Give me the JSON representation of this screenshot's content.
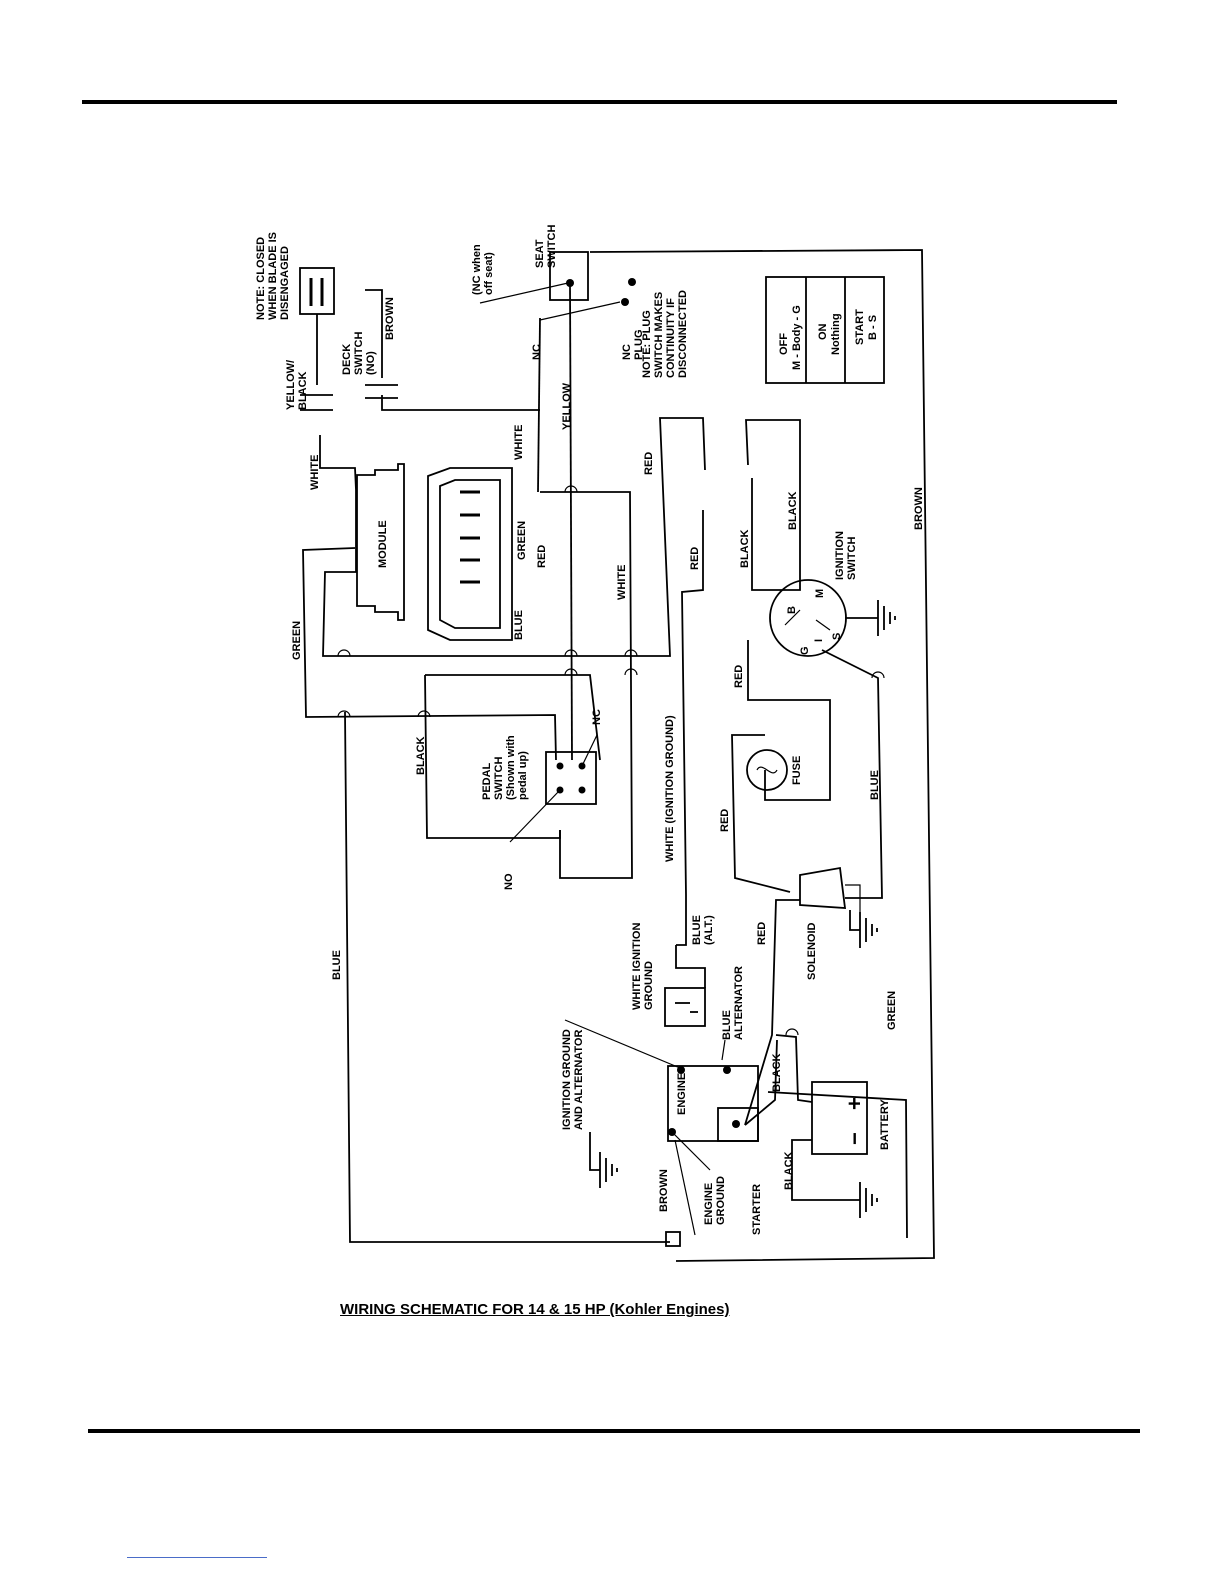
{
  "caption": "WIRING SCHEMATIC FOR 14 & 15 HP (Kohler Engines)",
  "notes": {
    "deck_note": [
      "NOTE:  CLOSED",
      "WHEN BLADE IS",
      "DISENGAGED"
    ],
    "plug_note": [
      "NOTE:  PLUG",
      "SWITCH MAKES",
      "CONTINUITY IF",
      "DISCONNECTED"
    ],
    "seat_nc": [
      "(NC when",
      "off seat)"
    ]
  },
  "ignition_table": {
    "rows": [
      {
        "mode": "OFF",
        "detail": "M - Body - G"
      },
      {
        "mode": "ON",
        "detail": "Nothing"
      },
      {
        "mode": "START",
        "detail": "B - S"
      }
    ]
  },
  "components": {
    "deck_switch": [
      "DECK",
      "SWITCH",
      "(NO)"
    ],
    "seat_switch": [
      "SEAT",
      "SWITCH"
    ],
    "module": "MODULE",
    "pedal_switch": [
      "PEDAL",
      "SWITCH",
      "(Shown with",
      "pedal up)"
    ],
    "ignition_switch": [
      "IGNITION",
      "SWITCH"
    ],
    "fuse": "FUSE",
    "solenoid": "SOLENOID",
    "battery": "BATTERY",
    "engine": "ENGINE",
    "starter": "STARTER",
    "alternator": [
      "BLUE",
      "ALTERNATOR"
    ],
    "white_ignition_ground": [
      "WHITE IGNITION",
      "GROUND"
    ],
    "ignition_ground_alt": [
      "IGNITION GROUND",
      "AND ALTERNATOR"
    ],
    "engine_ground": [
      "ENGINE",
      "GROUND"
    ],
    "nc_plug": [
      "NC",
      "PLUG"
    ],
    "blue_alt": [
      "BLUE",
      "(ALT.)"
    ]
  },
  "terminals": {
    "b": "B",
    "m": "M",
    "g": "G",
    "s": "S",
    "i": "I",
    "nc": "NC",
    "no": "NO",
    "plus": "+",
    "minus": "−"
  },
  "wires": {
    "yellow_black": [
      "YELLOW/",
      "BLACK"
    ],
    "brown": "BROWN",
    "white": "WHITE",
    "yellow": "YELLOW",
    "red": "RED",
    "black": "BLACK",
    "green": "GREEN",
    "blue": "BLUE",
    "white_ignition_ground": "WHITE (IGNITION GROUND)"
  }
}
